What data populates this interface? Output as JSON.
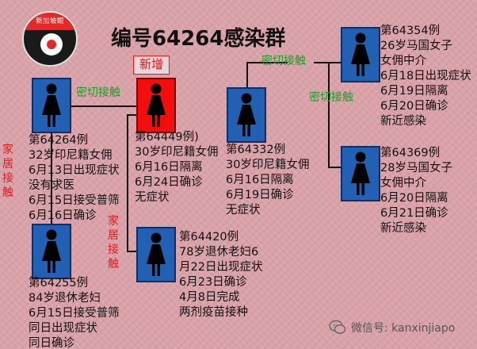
{
  "logo": {
    "text": "新加坡眼"
  },
  "title": "编号64264感染群",
  "new_tag": "新增",
  "watermark": {
    "text": "微信号: kanxinjiapo",
    "icon": "wechat-icon"
  },
  "links": {
    "close_contact_1": "密切接触",
    "close_contact_2": "密切接触",
    "close_contact_3": "密切接触",
    "household_1": "家居接触",
    "household_2": "家居接触"
  },
  "cases": {
    "c64264": [
      "第64264例",
      "32岁印尼籍女佣",
      "6月13日出现症状",
      "没有求医",
      "6月15日接受普筛",
      "6月16日确诊"
    ],
    "c64449": [
      "第64449例)",
      "30岁印尼籍女佣",
      "6月16日隔离",
      "6月24日确诊",
      "无症状"
    ],
    "c64332": [
      "第64332例",
      "30岁印尼籍女佣",
      "6月16日隔离",
      "6月19日确诊",
      "无症状"
    ],
    "c64354": [
      "第64354例",
      "26岁马国女子",
      "女佣中介",
      "6月18日出现症状",
      "6月19日隔离",
      "6月20日确诊",
      "新近感染"
    ],
    "c64369": [
      "第64369例",
      "28岁马国女子",
      "女佣中介",
      "6月20日隔离",
      "6月21日确诊",
      "新近感染"
    ],
    "c64420": [
      "第64420例",
      "78岁退休老妇6",
      "月22日出现症状",
      "6月23日确诊",
      "4月8日完成",
      "两剂疫苗接种"
    ],
    "c64255": [
      "第64255例",
      "84岁退休老妇",
      "6月15日接受普筛",
      "同日出现症状",
      "同日确诊"
    ]
  },
  "colors": {
    "case_box": "#2160b2",
    "new_case_box": "#f40d0d",
    "contact_green": "#1f9a2a",
    "household_red": "#e01c1c"
  }
}
